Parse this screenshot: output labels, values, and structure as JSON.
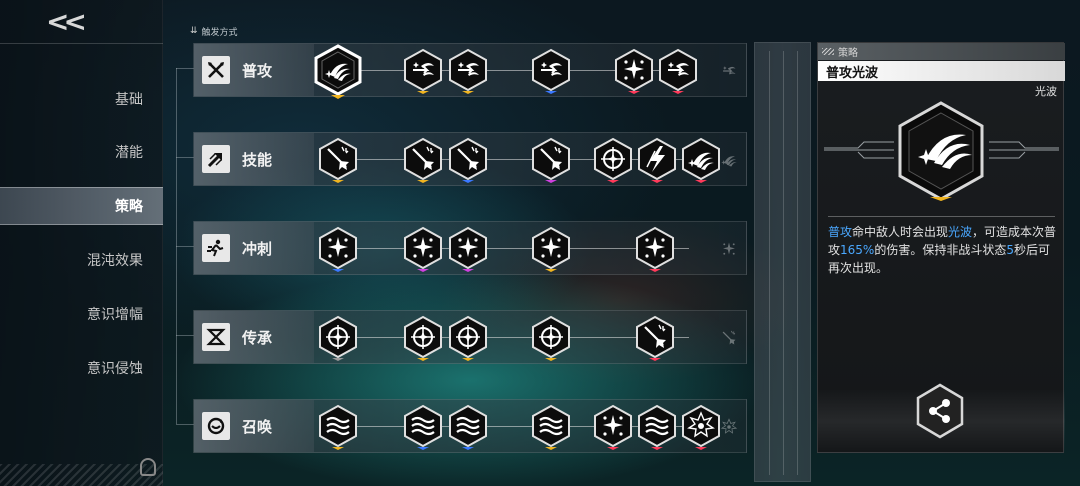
{
  "nav": {
    "back_label": "<<",
    "items": [
      {
        "label": "基础",
        "active": false
      },
      {
        "label": "潜能",
        "active": false
      },
      {
        "label": "策略",
        "active": true
      },
      {
        "label": "混沌效果",
        "active": false
      },
      {
        "label": "意识增幅",
        "active": false
      },
      {
        "label": "意识侵蚀",
        "active": false
      }
    ]
  },
  "trigger": {
    "header": "触发方式",
    "rows": [
      {
        "name": "普攻",
        "icon": "crossed-swords-icon",
        "nodes": [
          {
            "icon": "light-wave-icon",
            "bar": "#f0b420",
            "selected": true
          },
          {
            "icon": "arrow-dash-icon",
            "bar": "#f0b420"
          },
          {
            "icon": "arrow-dash-icon",
            "bar": "#f0b420"
          },
          {
            "icon": "arrow-dash-icon",
            "bar": "#3a78ff"
          },
          {
            "icon": "star-burst-icon",
            "bar": "#ff3a5a"
          },
          {
            "icon": "arrow-dash-icon",
            "bar": "#ff3a5a"
          }
        ]
      },
      {
        "name": "技能",
        "icon": "skill-arrow-icon",
        "nodes": [
          {
            "icon": "trident-icon",
            "bar": "#f0b420"
          },
          {
            "icon": "trident-icon",
            "bar": "#f0b420"
          },
          {
            "icon": "trident-icon",
            "bar": "#3a78ff"
          },
          {
            "icon": "trident-icon",
            "bar": "#d040e0"
          },
          {
            "icon": "crosshair-icon",
            "bar": "#ff3a5a"
          },
          {
            "icon": "lightning-icon",
            "bar": "#ff3a5a"
          },
          {
            "icon": "light-wave-icon",
            "bar": "#ff3a5a"
          }
        ]
      },
      {
        "name": "冲刺",
        "icon": "dash-runner-icon",
        "nodes": [
          {
            "icon": "star-burst-icon",
            "bar": "#3a78ff"
          },
          {
            "icon": "star-burst-icon",
            "bar": "#d040e0"
          },
          {
            "icon": "star-burst-icon",
            "bar": "#d040e0"
          },
          {
            "icon": "star-burst-icon",
            "bar": "#f0b420"
          },
          {
            "icon": "star-burst-icon",
            "bar": "#ff3a5a"
          }
        ]
      },
      {
        "name": "传承",
        "icon": "inherit-icon",
        "nodes": [
          {
            "icon": "crosshair-icon",
            "bar": "#9a9a9a"
          },
          {
            "icon": "crosshair-icon",
            "bar": "#f0b420"
          },
          {
            "icon": "crosshair-icon",
            "bar": "#f0b420"
          },
          {
            "icon": "crosshair-icon",
            "bar": "#f0b420"
          },
          {
            "icon": "trident-icon",
            "bar": "#ff3a5a"
          }
        ]
      },
      {
        "name": "召唤",
        "icon": "summon-icon",
        "nodes": [
          {
            "icon": "wave-stack-icon",
            "bar": "#f0b420"
          },
          {
            "icon": "wave-stack-icon",
            "bar": "#3a78ff"
          },
          {
            "icon": "wave-stack-icon",
            "bar": "#3a78ff"
          },
          {
            "icon": "wave-stack-icon",
            "bar": "#f0b420"
          },
          {
            "icon": "star-burst-icon",
            "bar": "#ff3a5a"
          },
          {
            "icon": "wave-stack-icon",
            "bar": "#ff3a5a"
          },
          {
            "icon": "flower-star-icon",
            "bar": "#ff3a5a"
          }
        ]
      }
    ]
  },
  "panel": {
    "tag": "策略",
    "title": "普攻光波",
    "subtitle": "光波",
    "desc": {
      "p1": "普攻",
      "p2": "命中敌人时会出现",
      "p3": "光波",
      "p4": "，可造成本次普攻",
      "p5": "165%",
      "p6": "的伤害。保持非战斗状态",
      "p7": "5",
      "p8": "秒后可再次出现。"
    },
    "highlight_color": "#4aa8ff"
  }
}
